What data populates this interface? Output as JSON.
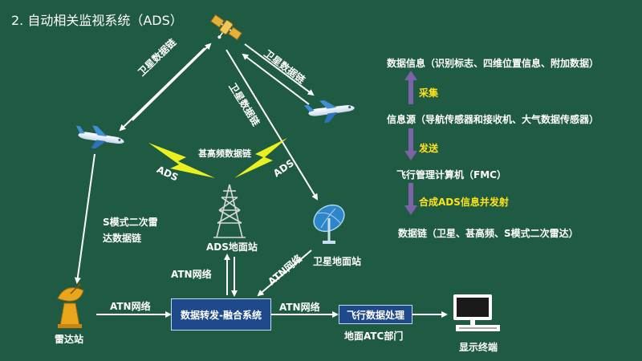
{
  "title": "2. 自动相关监视系统（ADS）",
  "links": {
    "satellite_left": "卫星数据链",
    "satellite_right": "卫星数据链",
    "satellite_down": "卫星数据链",
    "vhf": "甚高频数据链",
    "ads_left": "ADS",
    "ads_right": "ADS",
    "smode_line1": "S模式二次雷",
    "smode_line2": "达数据链",
    "atn_left": "ATN网络",
    "atn_vertical": "ATN网络",
    "atn_diagonal": "ATN网络",
    "atn_right": "ATN网络"
  },
  "nodes": {
    "ads_ground": "ADS地面站",
    "sat_ground": "卫星地面站",
    "radar": "雷达站",
    "relay": "数据转发-融合系统",
    "flight_proc": "飞行数据处理",
    "atc": "地面ATC部门",
    "display": "显示终端"
  },
  "flow": {
    "step1": "数据信息（识别标志、四维位置信息、附加数据）",
    "arrow1": "采集",
    "step2": "信息源（导航传感器和接收机、大气数据传感器）",
    "arrow2": "发送",
    "step3": "飞行管理计算机（FMC）",
    "arrow3": "合成ADS信息并发射",
    "step4": "数据链（卫星、甚高频、S模式二次雷达）"
  },
  "colors": {
    "background": "#1f5a42",
    "box_fill": "#1e4a8c",
    "flow_arrow": "#7c62a6",
    "highlight": "#ffe21a",
    "lightning": "#e8f020"
  }
}
